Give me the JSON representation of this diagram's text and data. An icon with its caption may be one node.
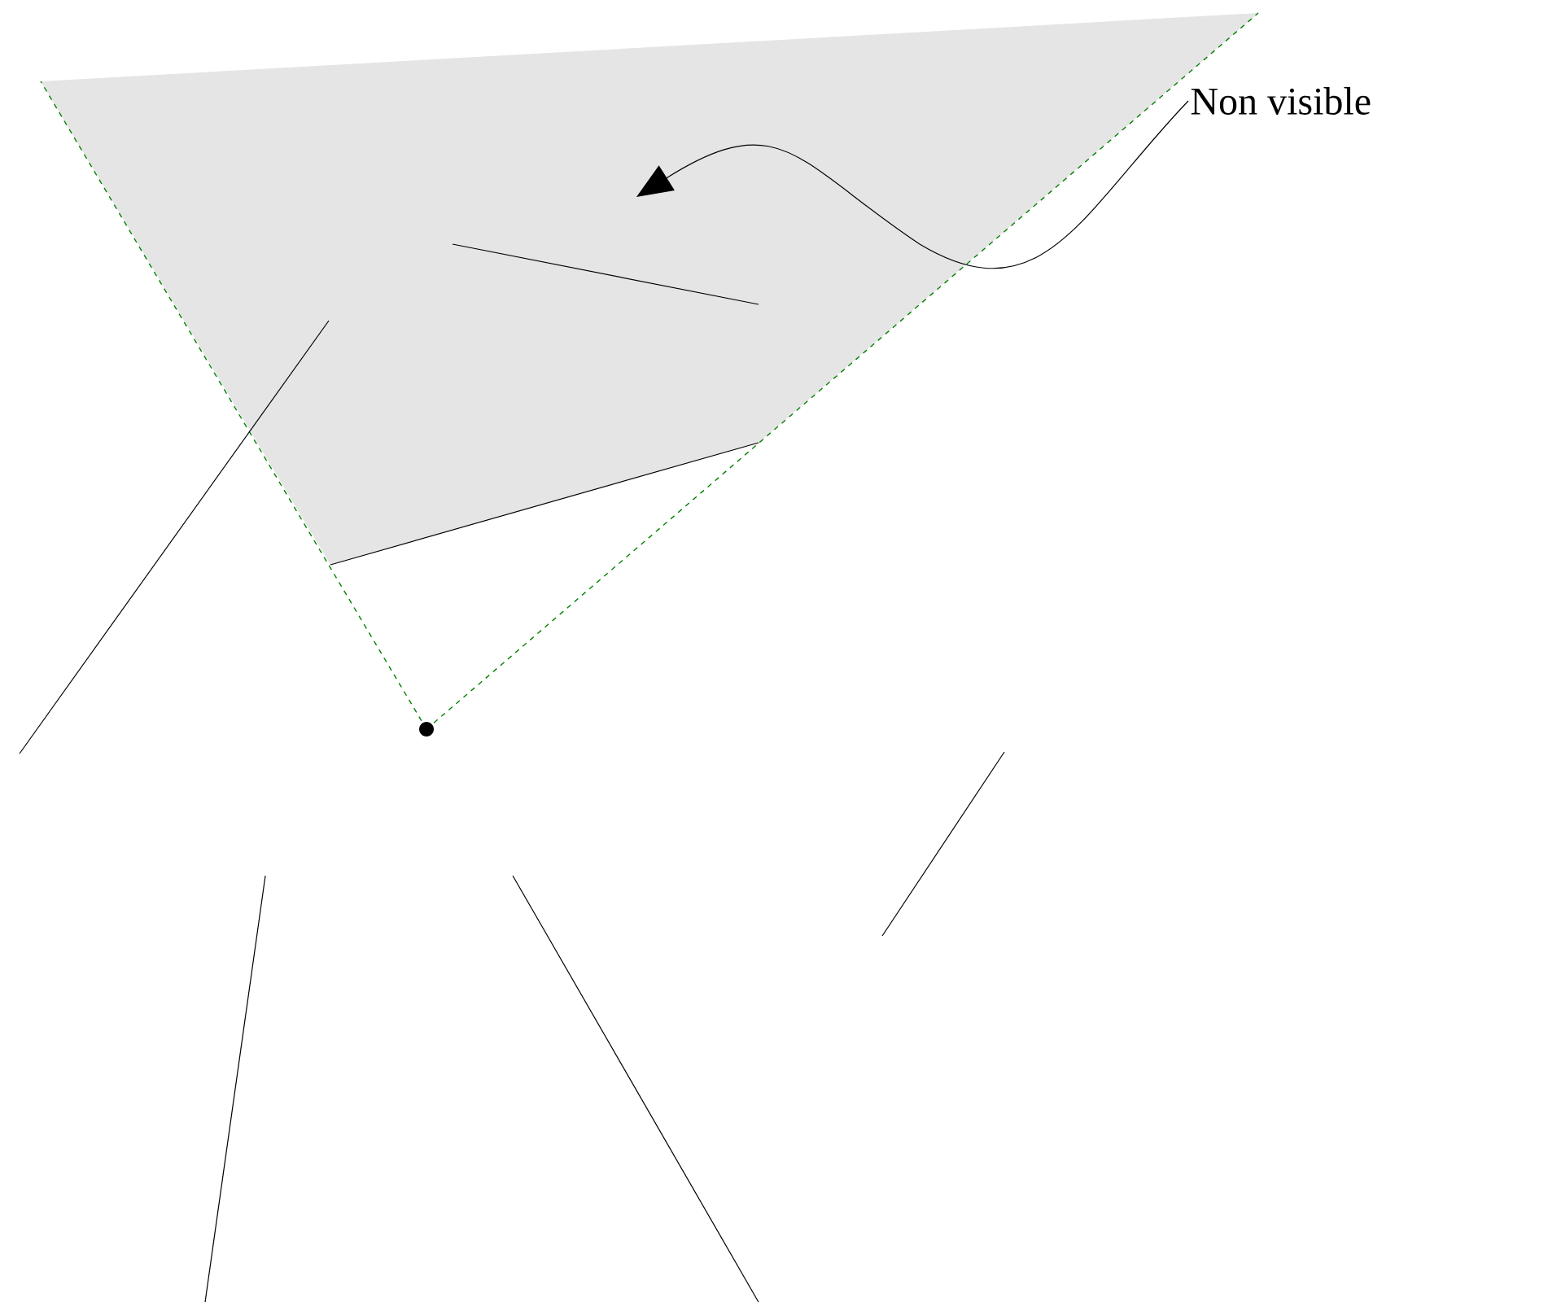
{
  "diagram": {
    "nodes": [
      {
        "text": [
          "Non visible"
        ]
      },
      {
        "text": [],
        "shape": "polygon"
      }
    ],
    "edges": [
      {
        "from": 0,
        "to": 1,
        "arrow": "to"
      }
    ]
  }
}
